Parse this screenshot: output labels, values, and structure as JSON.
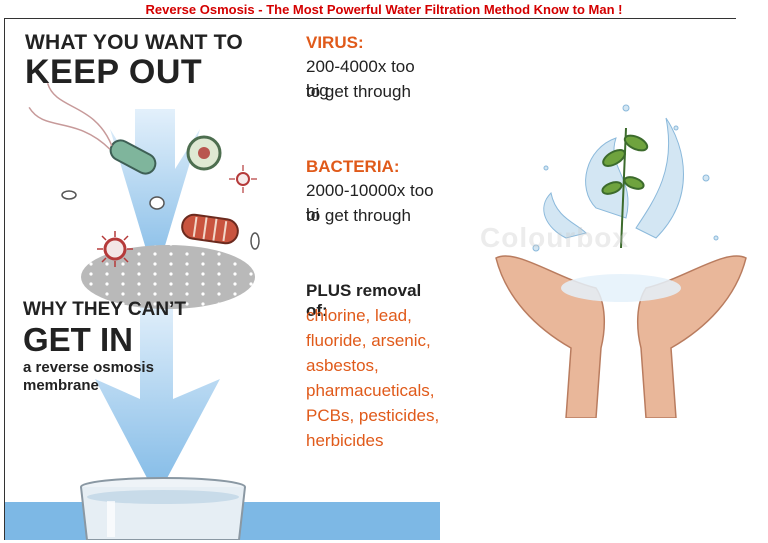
{
  "banner": "Reverse Osmosis - The Most Powerful Water Filtration Method Know to Man !",
  "left": {
    "keep_line1": "WHAT YOU WANT TO",
    "keep_line2": "KEEP OUT",
    "why_line1": "WHY THEY CAN’T",
    "why_line2": "GET IN",
    "membrane_line1": "a reverse osmosis",
    "membrane_line2": "membrane"
  },
  "virus": {
    "label": "VIRUS:",
    "line1": "200-4000x too big",
    "line2": "to get through"
  },
  "bacteria": {
    "label": "BACTERIA:",
    "line1": "2000-10000x too bi",
    "line2": "to get through"
  },
  "plus": {
    "title": "PLUS removal of:",
    "items": [
      "chlorine, lead,",
      "fluoride, arsenic,",
      "asbestos,",
      "pharmacueticals,",
      "PCBs, pesticides,",
      "herbicides"
    ]
  },
  "watermark": "Colourbox",
  "colors": {
    "banner": "#d40000",
    "accent": "#e05a1a",
    "arrow": "#8cc2ea",
    "water": "#7db8e5"
  }
}
